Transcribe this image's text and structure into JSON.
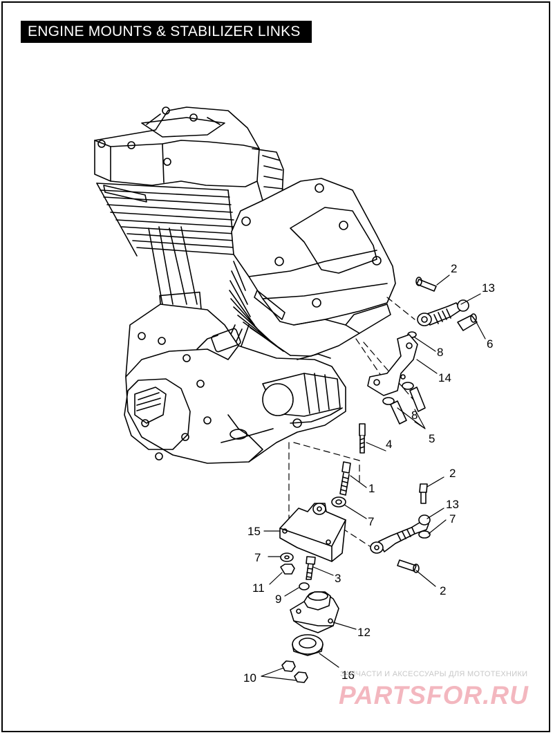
{
  "title": "ENGINE MOUNTS & STABILIZER LINKS",
  "callouts": {
    "c2a": "2",
    "c13a": "13",
    "c8a": "8",
    "c6": "6",
    "c14": "14",
    "c8b": "8",
    "c5": "5",
    "c4": "4",
    "c1": "1",
    "c2b": "2",
    "c13b": "13",
    "c7a": "7",
    "c7b": "7",
    "c15": "15",
    "c7c": "7",
    "c3": "3",
    "c2c": "2",
    "c11": "11",
    "c9": "9",
    "c12": "12",
    "c10": "10",
    "c16": "16"
  },
  "watermark": {
    "tagline": "ЗАПЧАСТИ И АКСЕССУАРЫ ДЛЯ МОТОТЕХНИКИ",
    "brand": "PARTSFOR.RU"
  }
}
